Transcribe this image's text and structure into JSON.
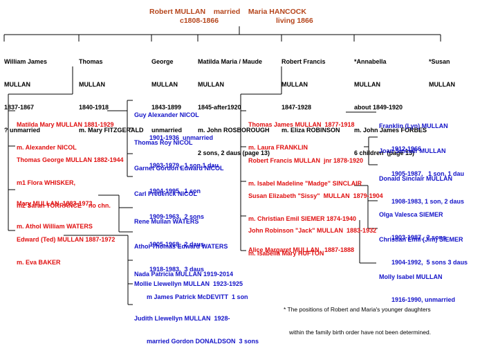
{
  "root": {
    "line1": "Robert MULLAN    married    Maria HANCOCK",
    "line2": "c1808-1866",
    "line3": "living 1866"
  },
  "children": [
    {
      "l1": "William James",
      "l2": "MULLAN",
      "l3": "1837-1867",
      "l4": "? unmarried"
    },
    {
      "l1": "Thomas",
      "l2": "MULLAN",
      "l3": "1840-1918",
      "l4": "m. Mary FITZGERALD"
    },
    {
      "l1": "George",
      "l2": "MULLAN",
      "l3": "1843-1899",
      "l4": "unmarried"
    },
    {
      "l1": "Matilda Maria / Maude",
      "l2": "MULLAN",
      "l3": "1845-after1920",
      "l4": "m. John ROSBOROUGH",
      "l5": "2 sons, 2 daus (page 13)"
    },
    {
      "l1": "Robert Francis",
      "l2": "MULLAN",
      "l3": "1847-1928",
      "l4": "m. Eliza ROBINSON"
    },
    {
      "l1": "*Annabella",
      "l2": "MULLAN",
      "l3": "about 1849-1920",
      "l4": "m. John James FORBES",
      "l5": "6 children  (page 13)"
    },
    {
      "l1": "*Susan",
      "l2": "MULLAN"
    }
  ],
  "thomas_children": [
    {
      "name": "Matilda Mary MULLAN 1881-1929",
      "spouse": "m. Alexander NICOL"
    },
    {
      "name": "Thomas George MULLAN 1882-1944",
      "spouse": "m1 Flora WHISKER,",
      "spouse2": "m2 Sarah TORRANCE    no chn."
    },
    {
      "name": "Mary MULLAN  1883-1973",
      "spouse": "m. Athol William WATERS"
    },
    {
      "name": "Edward (Ted) MULLAN 1887-1972",
      "spouse": "m. Eva BAKER"
    }
  ],
  "thomas_grandchildren": [
    {
      "name": "Guy Alexander NICOL",
      "detail": "1901-1936  unmarried"
    },
    {
      "name": "Thomas Roy NICOL",
      "detail": "1903-1979,  1 son 1 dau"
    },
    {
      "name": "Garnet Gordon Edward NICOL",
      "detail": "1904-1995,  1 son"
    },
    {
      "name": "Carl Frederick NICOL",
      "detail": "1909-1963,  2 sons"
    },
    {
      "name": "Rene Mullan WATERS",
      "detail": "1905-1968,  2 daus"
    },
    {
      "name": "Athol Thomas Edward WATERS",
      "detail": "1918-1983,  3 daus"
    },
    {
      "name": "Nada Patricia MULLAN 1919-2014",
      "detail": "m James Patrick McDEVITT  1 son"
    },
    {
      "name": "Mollie Llewellyn MULLAN  1923-1925"
    },
    {
      "name": "Judith Llewellyn MULLAN  1928-",
      "detail": "married Gordon DONALDSON  3 sons"
    }
  ],
  "robert_children": [
    {
      "name": "Thomas James MULLAN  1877-1918",
      "spouse": "m. Laura FRANKLIN"
    },
    {
      "name": "Robert Francis MULLAN  jnr 1878-1920",
      "spouse": "m. Isabel Madeline \"Madge\" SINCLAIR"
    },
    {
      "name": "Susan Elizabeth \"Sissy\"  MULLAN  1879-1904",
      "spouse": "m. Christian Emil SIEMER 1874-1940"
    },
    {
      "name": "John Robinson \"Jack\" MULLAN  1883-1932",
      "spouse": "m. Isabella Mary HUFTON"
    },
    {
      "name": "Alice Margaret MULLAN   1887-1888"
    }
  ],
  "robert_grandchildren": [
    {
      "name": "Franklin (Lyn) MULLAN",
      "detail": "1912-1966"
    },
    {
      "name": "Joan Sinclair MULLAN",
      "detail": "1905-1987,   1 son, 1 dau"
    },
    {
      "name": "Donald Sinclair MULLAN",
      "detail": "1908-1983, 1 son, 2 daus"
    },
    {
      "name": "Olga Valesca SIEMER",
      "detail": "1903-1987,  2 sons"
    },
    {
      "name": "Christian Emil (Jim) SIEMER",
      "detail": "1904-1992,  5 sons 3 daus"
    },
    {
      "name": "Molly Isabel MULLAN",
      "detail": "1916-1990, unmarried"
    }
  ],
  "note": {
    "l1": "* The positions of Robert and Maria's younger daughters",
    "l2": "within the family birth order have not been determined."
  }
}
